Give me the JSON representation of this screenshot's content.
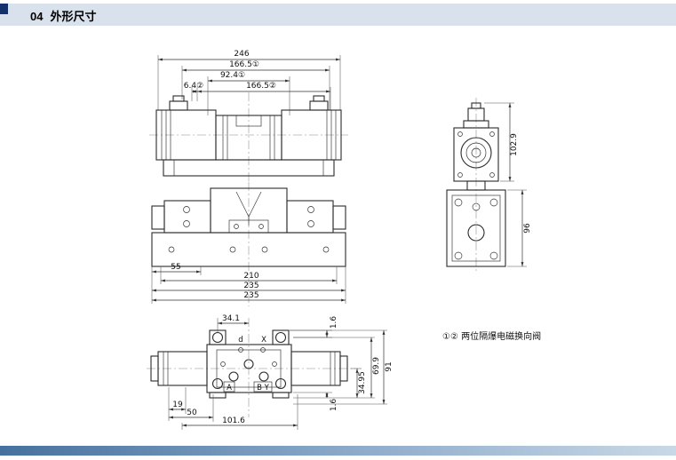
{
  "page": {
    "section_number": "04",
    "section_title": "外形尺寸"
  },
  "note": "①② 两位隔爆电磁换向阀",
  "front_view": {
    "dim_overall_width": "246",
    "dim_width_166_1": "166.5①",
    "dim_width_92": "92.4①",
    "dim_offset_6_4": "6.4②",
    "dim_width_166_2": "166.5②",
    "dim_55": "55",
    "dim_210": "210",
    "dim_235_a": "235",
    "dim_235_b": "235"
  },
  "side_view": {
    "dim_102_9": "102.9",
    "dim_96": "96"
  },
  "top_view": {
    "dim_34_1": "34.1",
    "dim_1_6_top": "1.6",
    "dim_69_9": "69.9",
    "dim_91": "91",
    "dim_34_95": "34.95",
    "dim_1_6_bottom": "1.6",
    "dim_19": "19",
    "dim_50": "50",
    "dim_101_6": "101.6",
    "label_d": "d",
    "label_x": "X",
    "label_a": "A",
    "label_by": "B Y"
  }
}
